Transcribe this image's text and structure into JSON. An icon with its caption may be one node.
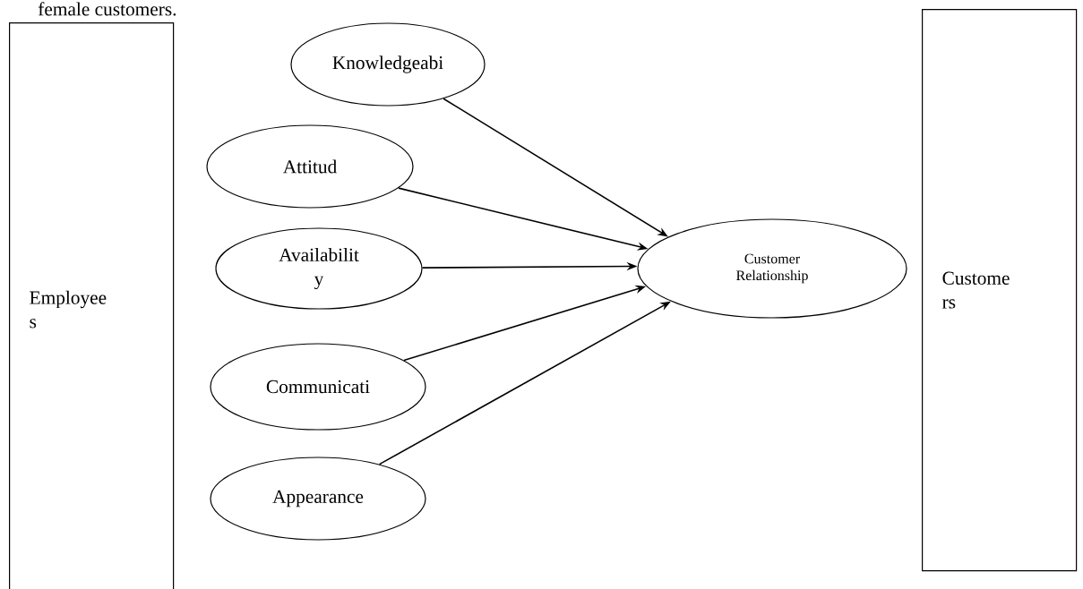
{
  "diagram": {
    "nodes": [
      {
        "text": [
          "Employee s"
        ]
      },
      {
        "text": [
          "Knowledgeabi"
        ]
      },
      {
        "text": [
          "Attitud"
        ]
      },
      {
        "text": [
          "Availabilit y"
        ]
      },
      {
        "text": [
          "Communicati"
        ]
      },
      {
        "text": [
          "Appearance"
        ]
      },
      {
        "text": [
          "Customer Relationship"
        ]
      },
      {
        "text": [
          "Custome rs"
        ]
      }
    ],
    "edges": [
      {
        "from": 1,
        "to": 6,
        "arrow": "to"
      },
      {
        "from": 2,
        "to": 6,
        "arrow": "to"
      },
      {
        "from": 3,
        "to": 6,
        "arrow": "to"
      },
      {
        "from": 4,
        "to": 6,
        "arrow": "to"
      },
      {
        "from": 5,
        "to": 6,
        "arrow": "to"
      }
    ],
    "labels": [
      "female customers."
    ]
  }
}
